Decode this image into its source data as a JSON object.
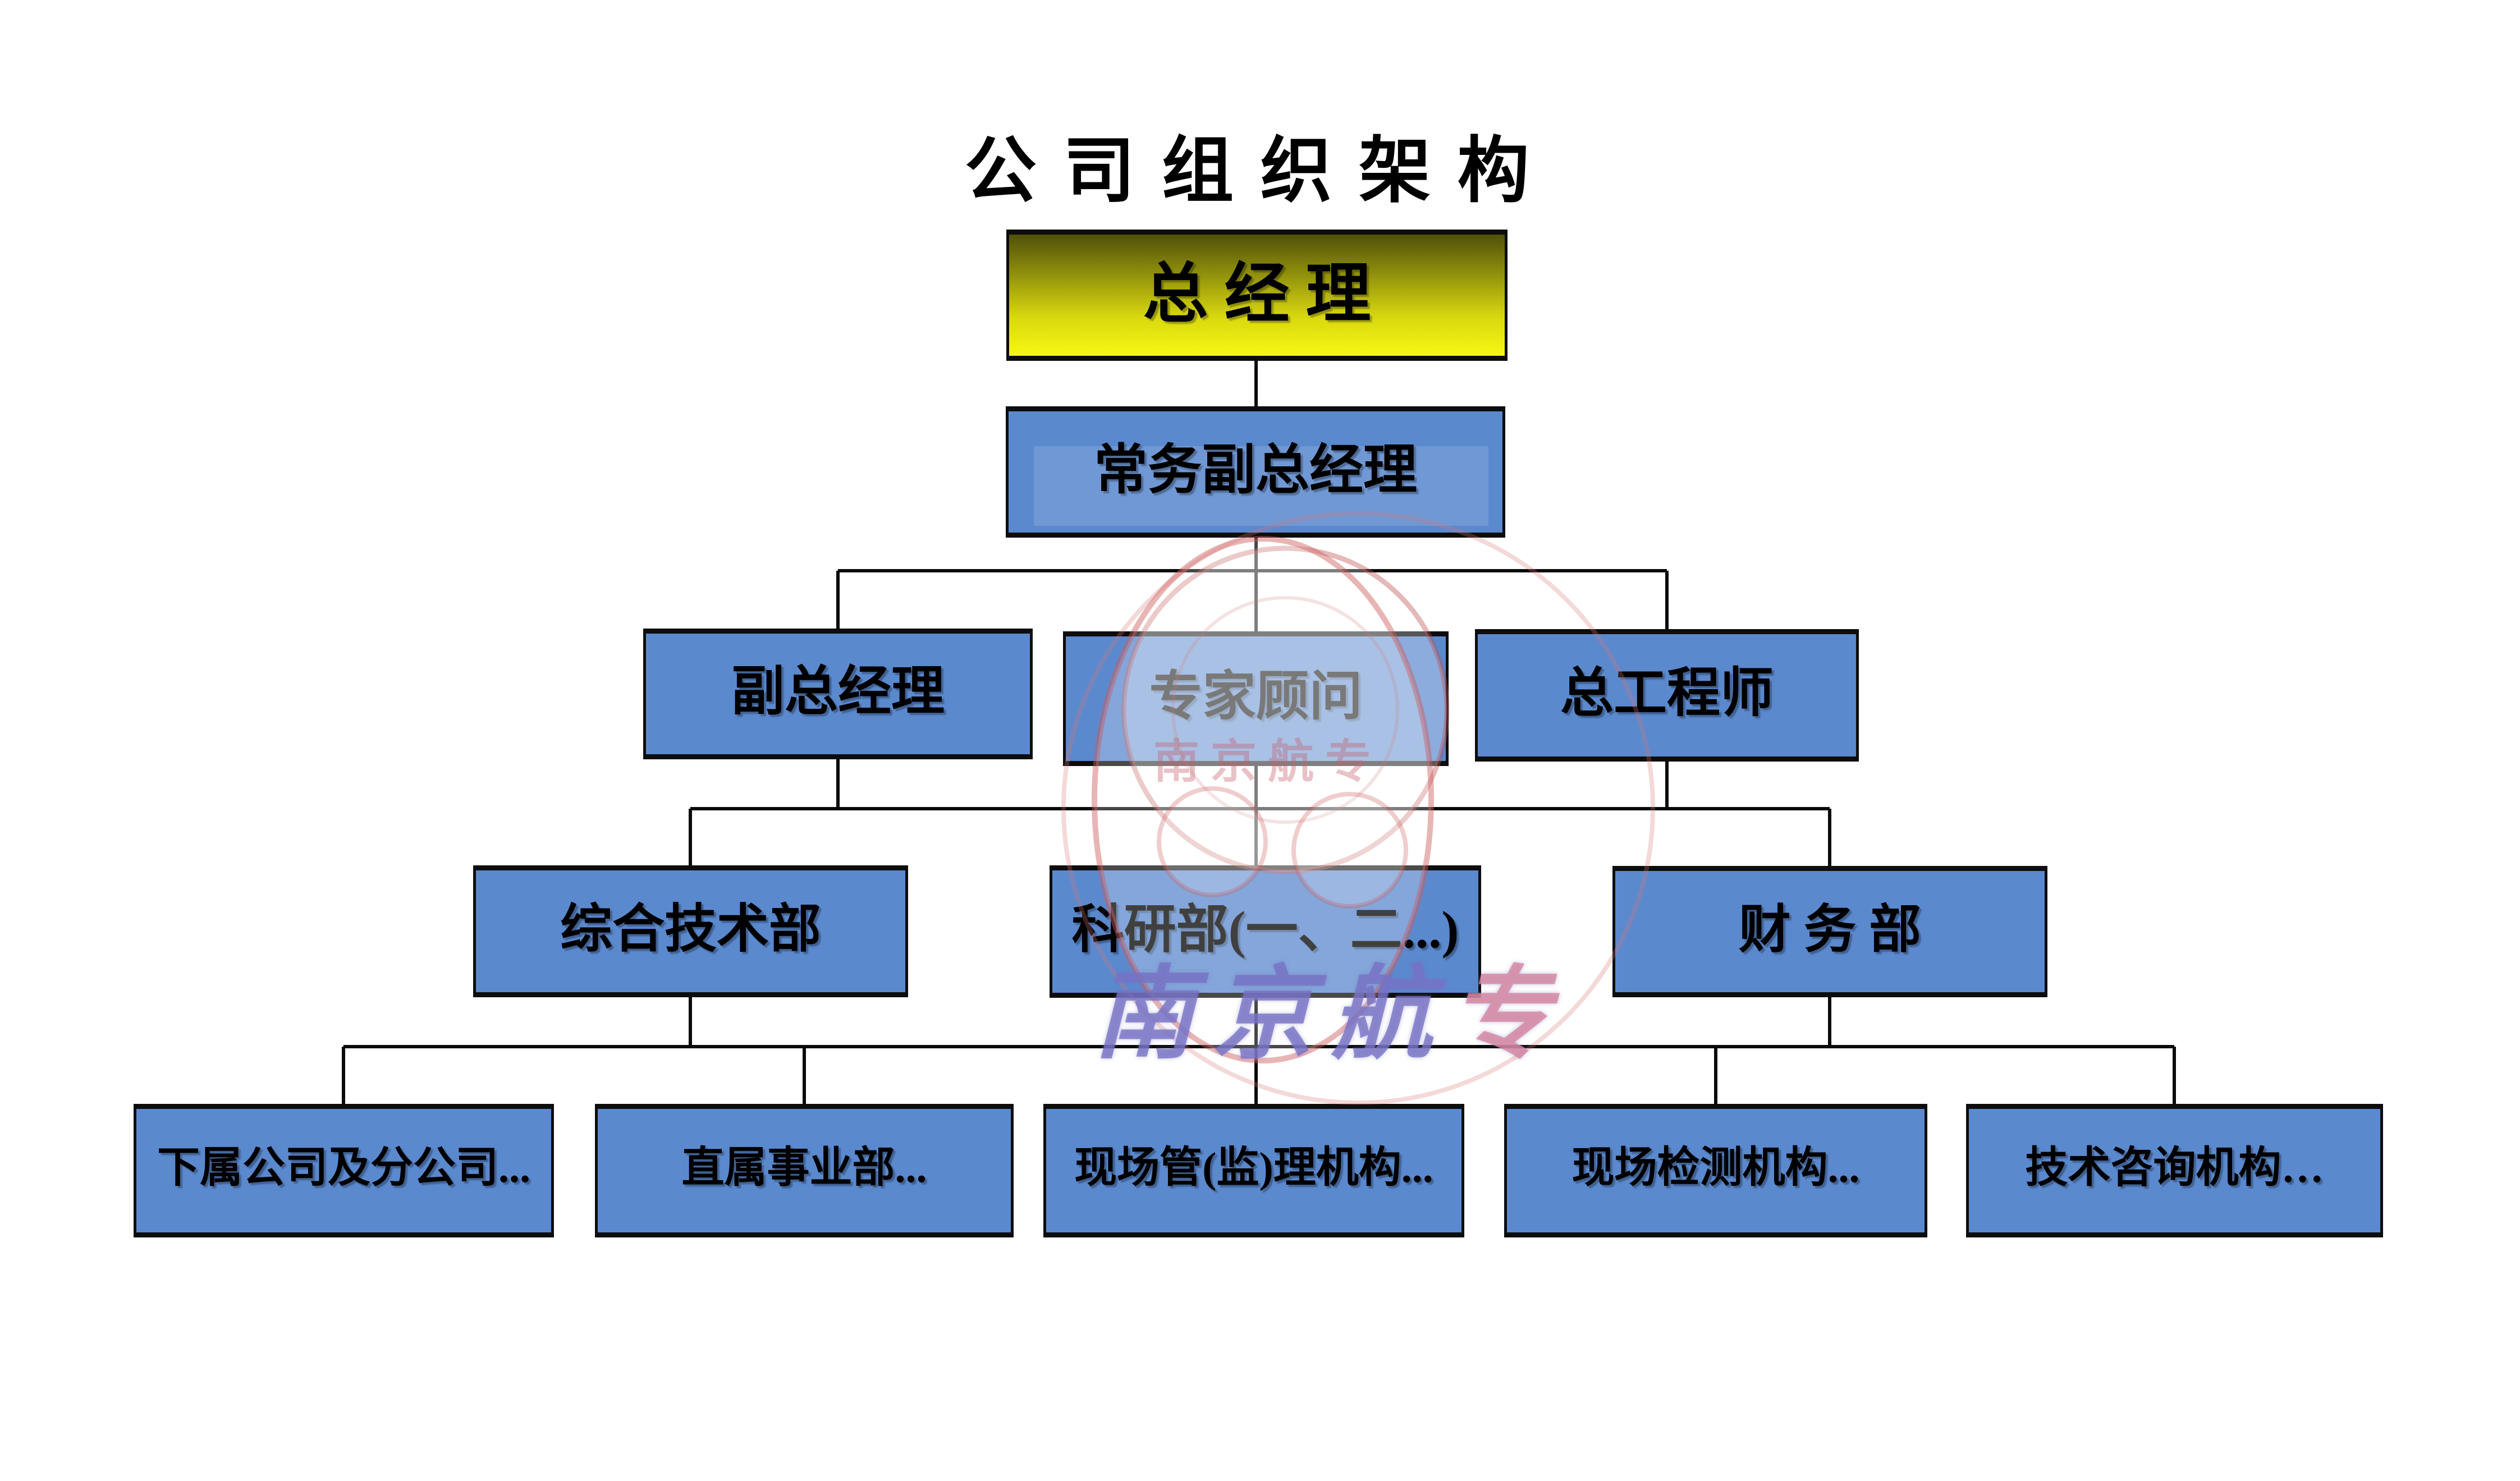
{
  "title": "公 司 组 织 架 构",
  "org": {
    "general_manager": "总 经 理",
    "executive_deputy_gm": "常务副总经理",
    "level3": [
      {
        "label": "副总经理"
      },
      {
        "label": "专家顾问"
      },
      {
        "label": "总工程师"
      }
    ],
    "level4": [
      {
        "label": "综合技术部"
      },
      {
        "label": "科研部(一、二...)"
      },
      {
        "label": "财 务 部"
      }
    ],
    "level5": [
      {
        "label": "下属公司及分公司..."
      },
      {
        "label": "直属事业部..."
      },
      {
        "label": "现场管(监)理机构..."
      },
      {
        "label": "现场检测机构..."
      },
      {
        "label": "技术咨询机构…"
      }
    ]
  },
  "watermark": {
    "seal_text": "南京航专",
    "brush_text_main": "南京航",
    "brush_text_accent": "专"
  },
  "colors": {
    "box_blue": "#5b89ce",
    "box_border": "#0d0d0d",
    "gm_gradient_top": "#50500a",
    "gm_gradient_bottom": "#f7f713",
    "connector": "#0a0a0a",
    "seal_red": "#c85f5f",
    "brush_purple": "#7672c4",
    "brush_pink": "#d888a0"
  }
}
